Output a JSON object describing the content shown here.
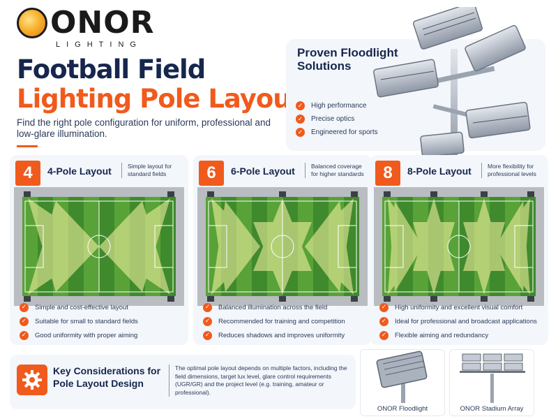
{
  "brand": {
    "name": "ONOR",
    "sub": "LIGHTING",
    "accent": "#f05a1c",
    "navy": "#16264d"
  },
  "header": {
    "title_line1": "Football Field",
    "title_line2": "Lighting Pole Layouts",
    "subtitle": "Find the right pole configuration for uniform, professional and low-glare illumination."
  },
  "proven": {
    "title": "Proven Floodlight Solutions",
    "items": [
      "High performance",
      "Precise optics",
      "Engineered for sports"
    ]
  },
  "layouts": [
    {
      "number": "4",
      "name": "4-Pole Layout",
      "desc": "Simple layout for standard fields",
      "bullets": [
        "Simple and cost-effective layout",
        "Suitable for small to standard fields",
        "Good uniformity with proper aiming"
      ]
    },
    {
      "number": "6",
      "name": "6-Pole Layout",
      "desc": "Balanced coverage for higher standards",
      "bullets": [
        "Balanced illumination across the field",
        "Recommended for training and competition",
        "Reduces shadows and improves uniformity"
      ]
    },
    {
      "number": "8",
      "name": "8-Pole Layout",
      "desc": "More flexibility for professional levels",
      "bullets": [
        "High uniformity and excellent visual comfort",
        "Ideal for professional and broadcast applications",
        "Flexible aiming and redundancy"
      ]
    }
  ],
  "key": {
    "title": "Key Considerations for Pole Layout Design",
    "text": "The optimal pole layout depends on multiple factors, including the field dimensions, target lux level, glare control requirements (UGR/GR) and the project level (e.g. training, amateur or professional)."
  },
  "products": [
    {
      "label": "ONOR Floodlight",
      "icon": "floodlight-icon"
    },
    {
      "label": "ONOR Stadium Array",
      "icon": "stadium-array-icon"
    }
  ]
}
